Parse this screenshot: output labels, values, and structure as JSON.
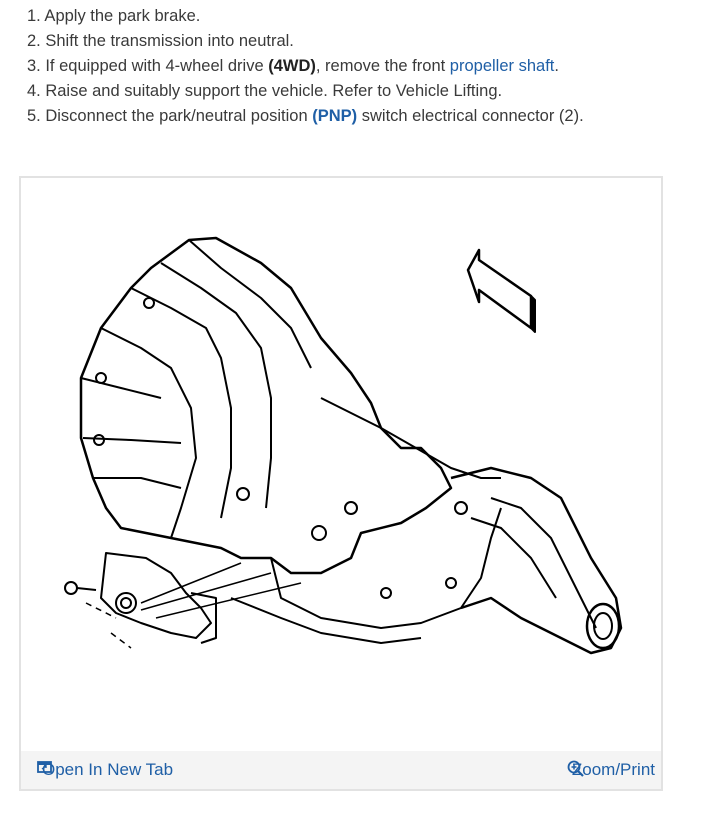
{
  "steps": [
    {
      "text": "1. Apply the park brake."
    },
    {
      "text": "2. Shift the transmission into neutral."
    },
    {
      "pre": "3. If equipped with 4-wheel drive ",
      "bold": "(4WD)",
      "mid": ", remove the front ",
      "link": "propeller shaft",
      "post": "."
    },
    {
      "text": "4. Raise and suitably support the vehicle. Refer to Vehicle Lifting."
    },
    {
      "pre": "5. Disconnect the park/neutral position ",
      "bold": "(PNP)",
      "post": " switch electrical connector (2)."
    }
  ],
  "figure": {
    "open_tab_label": "Open In New Tab",
    "zoom_label": "Zoom/Print",
    "open_tab_icon": "open-in-new-tab-icon",
    "zoom_icon": "zoom-in-icon"
  }
}
